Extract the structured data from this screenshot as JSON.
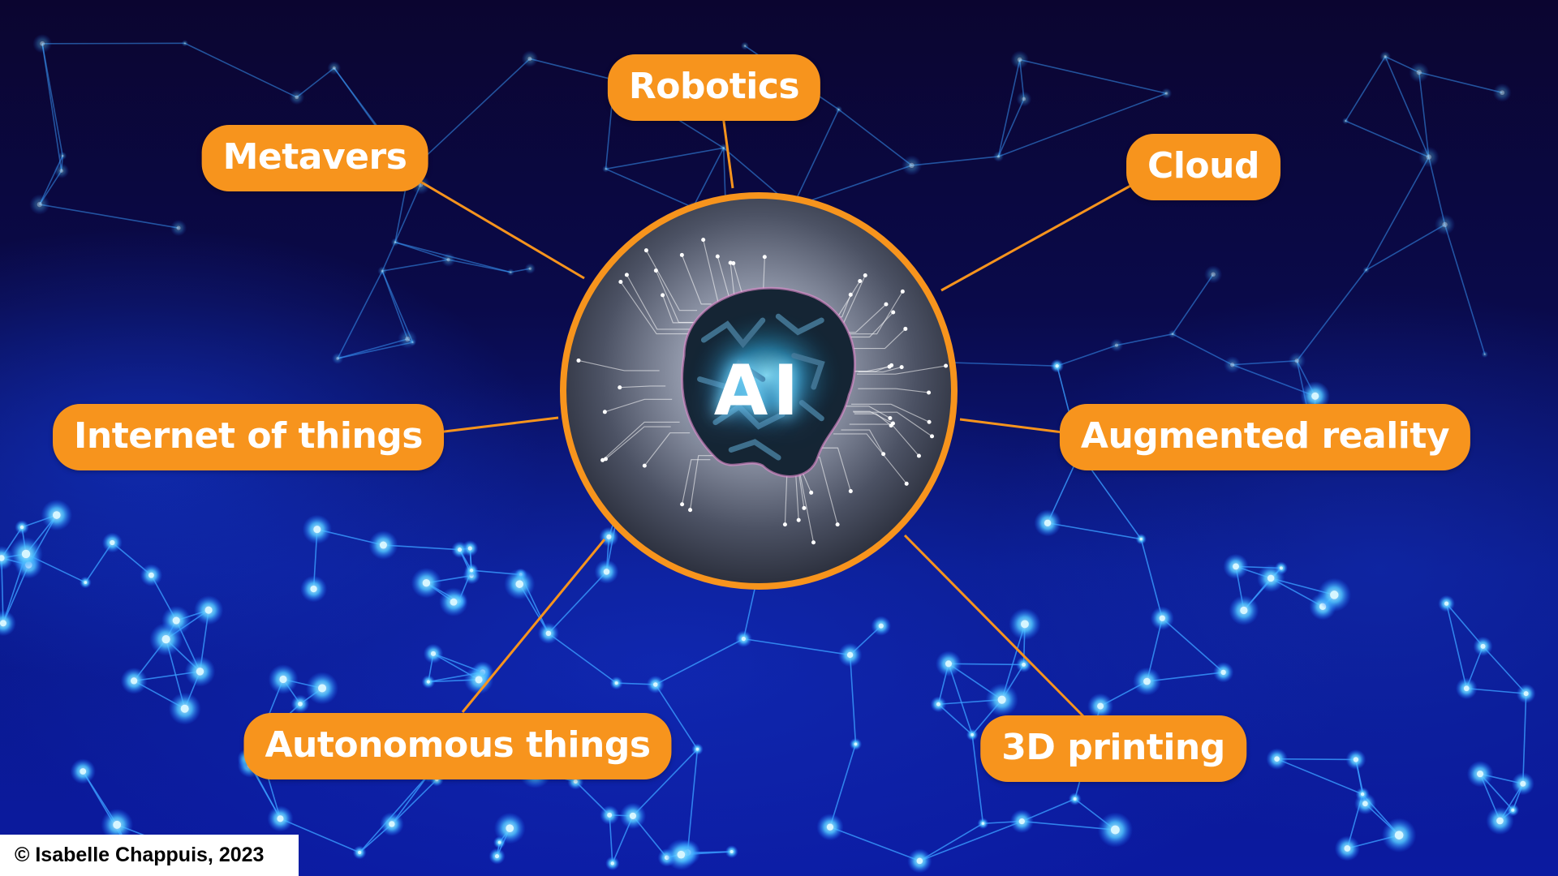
{
  "hub": {
    "label": "AI"
  },
  "nodes": [
    {
      "id": "robotics",
      "label": "Robotics"
    },
    {
      "id": "metavers",
      "label": "Metavers"
    },
    {
      "id": "cloud",
      "label": "Cloud"
    },
    {
      "id": "internet-of-things",
      "label": "Internet of things"
    },
    {
      "id": "augmented-reality",
      "label": "Augmented reality"
    },
    {
      "id": "autonomous-things",
      "label": "Autonomous things"
    },
    {
      "id": "3d-printing",
      "label": "3D printing"
    }
  ],
  "footer": {
    "copyright": "© Isabelle Chappuis, 2023"
  },
  "colors": {
    "accent": "#f7941d",
    "background": "#0a0a4a",
    "network": "#3aa8ff"
  }
}
